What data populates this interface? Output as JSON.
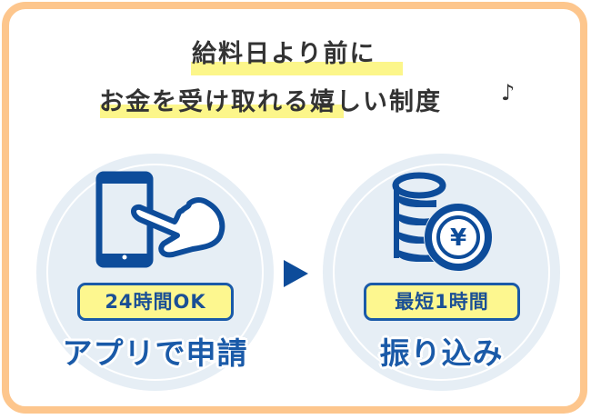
{
  "headline": {
    "line1": "給料日より前に",
    "line2": "お金を受け取れる嬉しい制度",
    "note_symbol": "♪"
  },
  "steps": [
    {
      "icon": "smartphone-tap-icon",
      "badge": "24時間OK",
      "caption": "アプリで申請"
    },
    {
      "icon": "yen-coins-icon",
      "badge": "最短1時間",
      "caption": "振り込み"
    }
  ],
  "arrow": "next-arrow",
  "colors": {
    "frame": "#fdc68d",
    "highlight": "#fcf68a",
    "circle": "#e6eef5",
    "primary_blue": "#1a5aa8",
    "arrow_blue": "#0d4c9a",
    "badge_fill": "#fdf78f",
    "text_dark": "#333333"
  }
}
